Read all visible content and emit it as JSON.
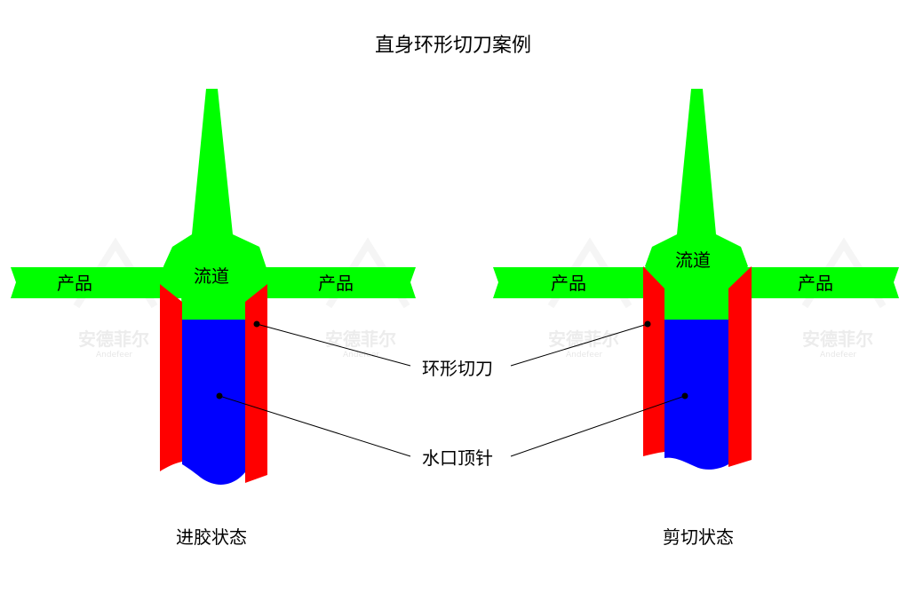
{
  "title": "直身环形切刀案例",
  "colors": {
    "product": "#00ff00",
    "runner": "#00ff00",
    "ring_cutter": "#ff0000",
    "ejector_pin": "#0000ff",
    "outline": "#000000"
  },
  "watermark": {
    "brand": "安德菲尔",
    "sub": "Andefeer"
  },
  "left": {
    "product_left": "产品",
    "product_right": "产品",
    "runner": "流道",
    "caption": "进胶状态"
  },
  "right": {
    "product_left": "产品",
    "product_right": "产品",
    "runner": "流道",
    "caption": "剪切状态"
  },
  "callouts": {
    "ring_cutter": "环形切刀",
    "ejector_pin": "水口顶针"
  }
}
